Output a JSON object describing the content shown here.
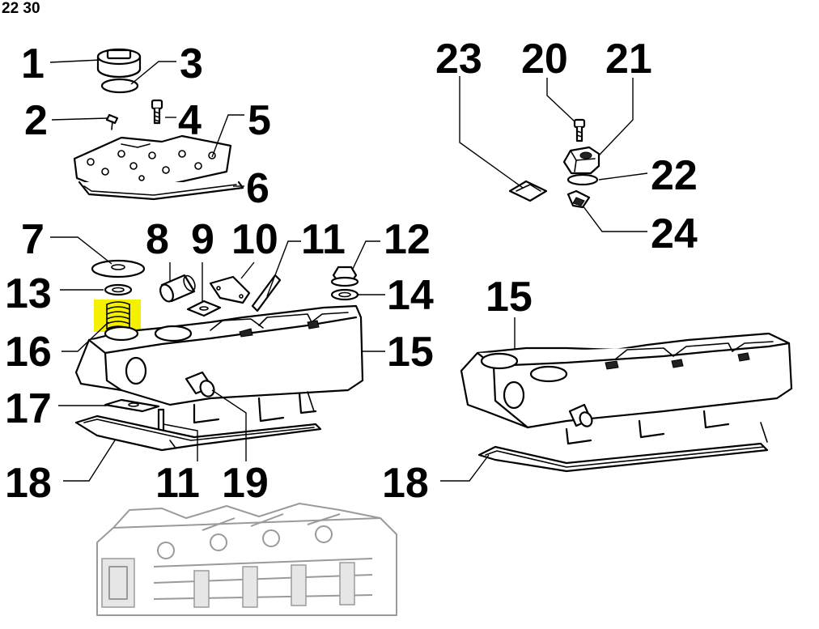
{
  "page_code": "22 30",
  "callouts": {
    "c1": "1",
    "c2": "2",
    "c3": "3",
    "c4": "4",
    "c5": "5",
    "c6": "6",
    "c7": "7",
    "c8": "8",
    "c9": "9",
    "c10": "10",
    "c11a": "11",
    "c11b": "11",
    "c12": "12",
    "c13": "13",
    "c14": "14",
    "c15a": "15",
    "c15b": "15",
    "c16": "16",
    "c17": "17",
    "c18a": "18",
    "c18b": "18",
    "c19": "19",
    "c20": "20",
    "c21": "21",
    "c22": "22",
    "c23": "23",
    "c24": "24"
  },
  "highlight_color": "#f5f000"
}
